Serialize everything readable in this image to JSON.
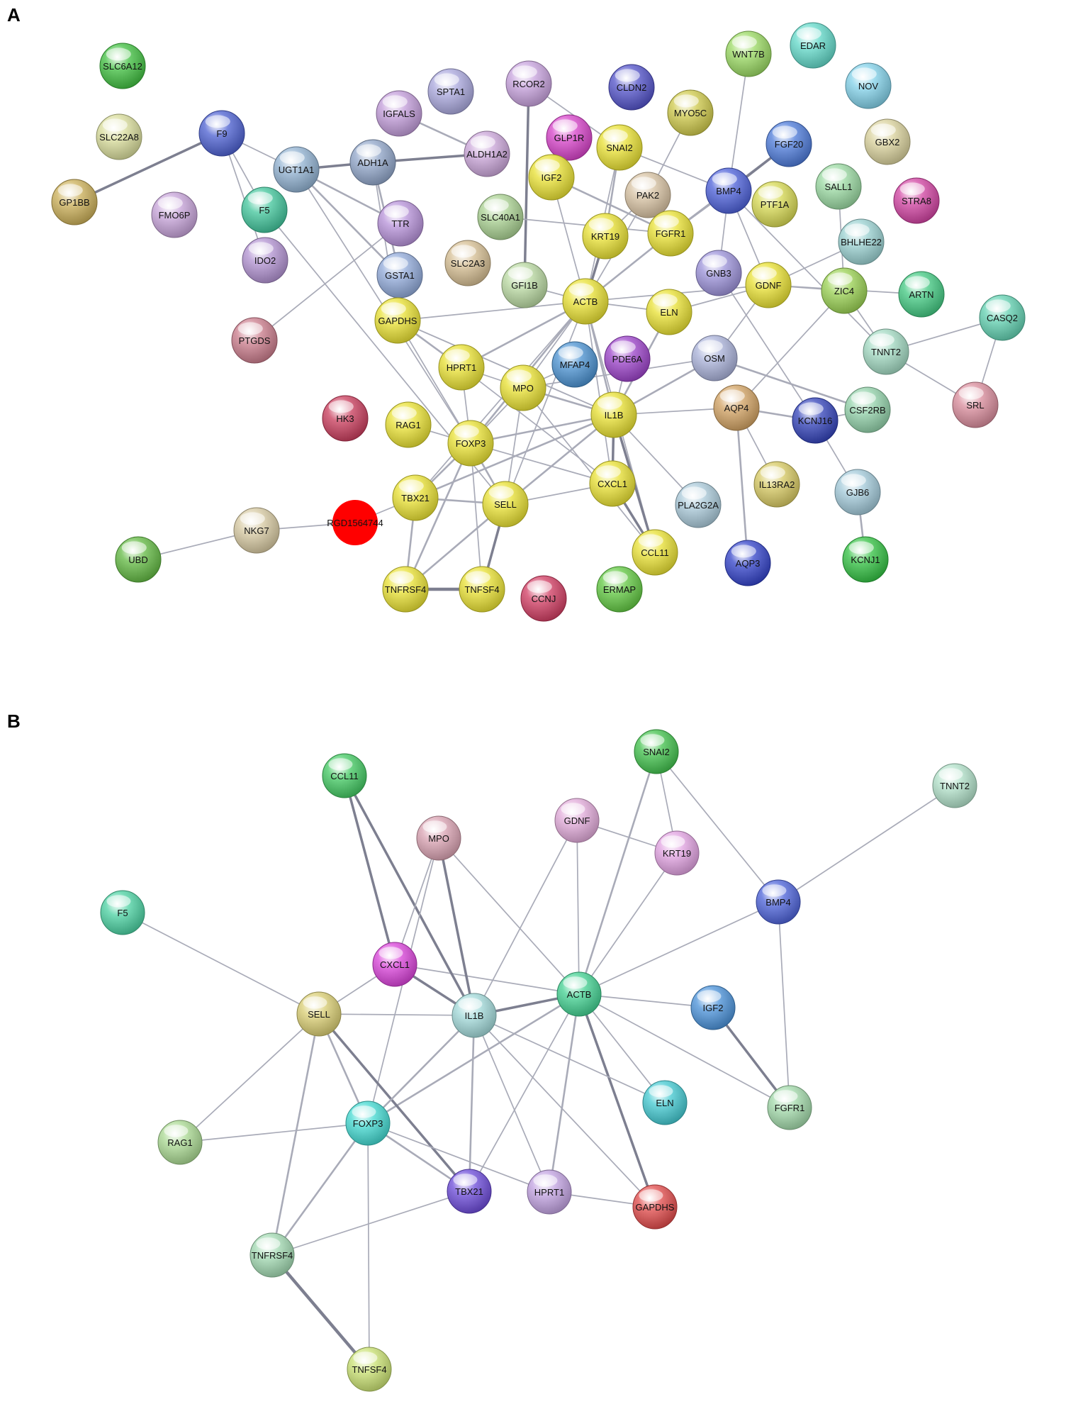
{
  "panels": [
    {
      "label": "A",
      "nodes": [
        {
          "id": "SLC6A12",
          "color": "#3fbf3f"
        },
        {
          "id": "SLC22A8",
          "color": "#d8dc9a"
        },
        {
          "id": "GP1BB",
          "color": "#c9ad55"
        },
        {
          "id": "F9",
          "color": "#4a5ed0"
        },
        {
          "id": "FMO6P",
          "color": "#c5a1d8"
        },
        {
          "id": "UGT1A1",
          "color": "#8fb0d0"
        },
        {
          "id": "F5",
          "color": "#3fc49a"
        },
        {
          "id": "IDO2",
          "color": "#b090d0"
        },
        {
          "id": "ADH1A",
          "color": "#8fa4c8"
        },
        {
          "id": "IGFALS",
          "color": "#c09ad8"
        },
        {
          "id": "SPTA1",
          "color": "#a8a6dc"
        },
        {
          "id": "TTR",
          "color": "#b590d8"
        },
        {
          "id": "GSTA1",
          "color": "#8fa8d8"
        },
        {
          "id": "PTGDS",
          "color": "#c97a8a"
        },
        {
          "id": "RCOR2",
          "color": "#c6a0dc"
        },
        {
          "id": "ALDH1A2",
          "color": "#c9a4d8"
        },
        {
          "id": "CLDN2",
          "color": "#5050c8"
        },
        {
          "id": "GLP1R",
          "color": "#d640c8"
        },
        {
          "id": "MYO5C",
          "color": "#cdc848"
        },
        {
          "id": "SNAI2",
          "color": "#e8e030"
        },
        {
          "id": "IGF2",
          "color": "#e8e030"
        },
        {
          "id": "PAK2",
          "color": "#d6c0a0"
        },
        {
          "id": "SLC40A1",
          "color": "#a8d090"
        },
        {
          "id": "KRT19",
          "color": "#e8e030"
        },
        {
          "id": "FGFR1",
          "color": "#e8e030"
        },
        {
          "id": "SLC2A3",
          "color": "#d4bc90"
        },
        {
          "id": "GFI1B",
          "color": "#b8d8a0"
        },
        {
          "id": "ACTB",
          "color": "#e8e030"
        },
        {
          "id": "GAPDHS",
          "color": "#e8e030"
        },
        {
          "id": "ELN",
          "color": "#e8e030"
        },
        {
          "id": "WNT7B",
          "color": "#98d860"
        },
        {
          "id": "EDAR",
          "color": "#60d8c8"
        },
        {
          "id": "NOV",
          "color": "#80d0e8"
        },
        {
          "id": "FGF20",
          "color": "#4a78d8"
        },
        {
          "id": "GBX2",
          "color": "#d8d09a"
        },
        {
          "id": "BMP4",
          "color": "#4a5ed8"
        },
        {
          "id": "PTF1A",
          "color": "#d6d850"
        },
        {
          "id": "SALL1",
          "color": "#98d8a0"
        },
        {
          "id": "STRA8",
          "color": "#d040a0"
        },
        {
          "id": "BHLHE22",
          "color": "#98d0d0"
        },
        {
          "id": "GNB3",
          "color": "#9a90d8"
        },
        {
          "id": "GDNF",
          "color": "#e8e030"
        },
        {
          "id": "ZIC4",
          "color": "#98d050"
        },
        {
          "id": "ARTN",
          "color": "#40c880"
        },
        {
          "id": "CASQ2",
          "color": "#60d0b0"
        },
        {
          "id": "TNNT2",
          "color": "#a0d8c0"
        },
        {
          "id": "HPRT1",
          "color": "#e8e030"
        },
        {
          "id": "MPO",
          "color": "#e8e030"
        },
        {
          "id": "MFAP4",
          "color": "#4890d0"
        },
        {
          "id": "PDE6A",
          "color": "#9a40c8"
        },
        {
          "id": "OSM",
          "color": "#a8b0d8"
        },
        {
          "id": "IL1B",
          "color": "#e8e030"
        },
        {
          "id": "AQP4",
          "color": "#d0a060"
        },
        {
          "id": "KCNJ16",
          "color": "#3040b8"
        },
        {
          "id": "CSF2RB",
          "color": "#90d0a8"
        },
        {
          "id": "SRL",
          "color": "#d88a9a"
        },
        {
          "id": "HK3",
          "color": "#c83a5a"
        },
        {
          "id": "RAG1",
          "color": "#e8e030"
        },
        {
          "id": "FOXP3",
          "color": "#e8e030"
        },
        {
          "id": "CXCL1",
          "color": "#e8e030"
        },
        {
          "id": "IL13RA2",
          "color": "#d6c860"
        },
        {
          "id": "GJB6",
          "color": "#a0c8d8"
        },
        {
          "id": "TBX21",
          "color": "#e8e030"
        },
        {
          "id": "SELL",
          "color": "#e8e030"
        },
        {
          "id": "PLA2G2A",
          "color": "#a8c8d8"
        },
        {
          "id": "RGD1564744",
          "color": "#ff0000"
        },
        {
          "id": "NKG7",
          "color": "#d6c8a0"
        },
        {
          "id": "UBD",
          "color": "#60b840"
        },
        {
          "id": "CCL11",
          "color": "#e8e030"
        },
        {
          "id": "AQP3",
          "color": "#3040c8"
        },
        {
          "id": "KCNJ1",
          "color": "#30c040"
        },
        {
          "id": "TNFRSF4",
          "color": "#e8e030"
        },
        {
          "id": "TNFSF4",
          "color": "#e8e030"
        },
        {
          "id": "CCNJ",
          "color": "#d03a60"
        },
        {
          "id": "ERMAP",
          "color": "#60c840"
        }
      ],
      "edges": [
        [
          "GP1BB",
          "F9",
          3
        ],
        [
          "F9",
          "UGT1A1",
          1
        ],
        [
          "F9",
          "F5",
          1
        ],
        [
          "F9",
          "IDO2",
          1
        ],
        [
          "UGT1A1",
          "ADH1A",
          3
        ],
        [
          "UGT1A1",
          "TTR",
          2
        ],
        [
          "UGT1A1",
          "GSTA1",
          2
        ],
        [
          "ADH1A",
          "ALDH1A2",
          3
        ],
        [
          "ADH1A",
          "GSTA1",
          2
        ],
        [
          "ADH1A",
          "GAPDHS",
          1
        ],
        [
          "IGFALS",
          "ALDH1A2",
          2
        ],
        [
          "TTR",
          "PTGDS",
          1
        ],
        [
          "F5",
          "SELL",
          1
        ],
        [
          "RCOR2",
          "GFI1B",
          3
        ],
        [
          "RCOR2",
          "SNAI2",
          1
        ],
        [
          "SNAI2",
          "KRT19",
          2
        ],
        [
          "SNAI2",
          "BMP4",
          1
        ],
        [
          "SNAI2",
          "ACTB",
          1
        ],
        [
          "IGF2",
          "FGFR1",
          2
        ],
        [
          "IGF2",
          "ACTB",
          1
        ],
        [
          "MYO5C",
          "PAK2",
          1
        ],
        [
          "PAK2",
          "KRT19",
          1
        ],
        [
          "PAK2",
          "ACTB",
          1
        ],
        [
          "SLC40A1",
          "FGFR1",
          1
        ],
        [
          "KRT19",
          "ACTB",
          3
        ],
        [
          "FGFR1",
          "BMP4",
          2
        ],
        [
          "FGFR1",
          "ACTB",
          2
        ],
        [
          "FGFR1",
          "FGF20",
          2
        ],
        [
          "BMP4",
          "FGF20",
          3
        ],
        [
          "BMP4",
          "WNT7B",
          1
        ],
        [
          "BMP4",
          "GDNF",
          1
        ],
        [
          "BMP4",
          "TNNT2",
          1
        ],
        [
          "BMP4",
          "GNB3",
          1
        ],
        [
          "ACTB",
          "GAPDHS",
          1
        ],
        [
          "ACTB",
          "ELN",
          1
        ],
        [
          "ACTB",
          "GDNF",
          1
        ],
        [
          "ACTB",
          "HPRT1",
          2
        ],
        [
          "ACTB",
          "MPO",
          1
        ],
        [
          "ACTB",
          "IL1B",
          2
        ],
        [
          "ACTB",
          "FOXP3",
          2
        ],
        [
          "ACTB",
          "TBX21",
          1
        ],
        [
          "ACTB",
          "CXCL1",
          1
        ],
        [
          "ACTB",
          "CCL11",
          1
        ],
        [
          "ACTB",
          "SELL",
          1
        ],
        [
          "GAPDHS",
          "HPRT1",
          2
        ],
        [
          "GAPDHS",
          "IL1B",
          1
        ],
        [
          "GDNF",
          "ARTN",
          1
        ],
        [
          "GDNF",
          "ZIC4",
          1
        ],
        [
          "GDNF",
          "BHLHE22",
          1
        ],
        [
          "GDNF",
          "OSM",
          1
        ],
        [
          "GDNF",
          "ELN",
          1
        ],
        [
          "ZIC4",
          "SALL1",
          1
        ],
        [
          "ZIC4",
          "TNNT2",
          1
        ],
        [
          "ZIC4",
          "AQP4",
          1
        ],
        [
          "TNNT2",
          "CASQ2",
          1
        ],
        [
          "TNNT2",
          "SRL",
          1
        ],
        [
          "CASQ2",
          "SRL",
          1
        ],
        [
          "GNB3",
          "KCNJ16",
          1
        ],
        [
          "HPRT1",
          "MPO",
          1
        ],
        [
          "HPRT1",
          "CXCL1",
          1
        ],
        [
          "HPRT1",
          "FOXP3",
          1
        ],
        [
          "MPO",
          "IL1B",
          2
        ],
        [
          "MPO",
          "FOXP3",
          1
        ],
        [
          "MPO",
          "SELL",
          1
        ],
        [
          "MPO",
          "CCL11",
          1
        ],
        [
          "MPO",
          "MFAP4",
          1
        ],
        [
          "IL1B",
          "CXCL1",
          3
        ],
        [
          "IL1B",
          "CCL11",
          3
        ],
        [
          "IL1B",
          "FOXP3",
          2
        ],
        [
          "IL1B",
          "SELL",
          2
        ],
        [
          "IL1B",
          "TBX21",
          2
        ],
        [
          "IL1B",
          "OSM",
          2
        ],
        [
          "IL1B",
          "ELN",
          2
        ],
        [
          "IL1B",
          "AQP4",
          1
        ],
        [
          "IL1B",
          "PDE6A",
          1
        ],
        [
          "IL1B",
          "PLA2G2A",
          1
        ],
        [
          "IL1B",
          "GAPDHS",
          1
        ],
        [
          "OSM",
          "CSF2RB",
          2
        ],
        [
          "OSM",
          "MPO",
          1
        ],
        [
          "AQP4",
          "KCNJ16",
          2
        ],
        [
          "AQP4",
          "AQP3",
          2
        ],
        [
          "AQP4",
          "IL13RA2",
          1
        ],
        [
          "KCNJ16",
          "GJB6",
          1
        ],
        [
          "KCNJ16",
          "CSF2RB",
          1
        ],
        [
          "GJB6",
          "KCNJ1",
          2
        ],
        [
          "FOXP3",
          "TBX21",
          2
        ],
        [
          "FOXP3",
          "SELL",
          2
        ],
        [
          "FOXP3",
          "TNFRSF4",
          2
        ],
        [
          "FOXP3",
          "TNFSF4",
          1
        ],
        [
          "FOXP3",
          "RAG1",
          1
        ],
        [
          "FOXP3",
          "CXCL1",
          1
        ],
        [
          "FOXP3",
          "GAPDHS",
          1
        ],
        [
          "TBX21",
          "SELL",
          2
        ],
        [
          "TBX21",
          "TNFRSF4",
          2
        ],
        [
          "TBX21",
          "RGD1564744",
          1
        ],
        [
          "SELL",
          "TNFRSF4",
          2
        ],
        [
          "SELL",
          "TNFSF4",
          3
        ],
        [
          "SELL",
          "CXCL1",
          1
        ],
        [
          "CXCL1",
          "CCL11",
          3
        ],
        [
          "TNFRSF4",
          "TNFSF4",
          4
        ],
        [
          "NKG7",
          "UBD",
          1
        ],
        [
          "NKG7",
          "RGD1564744",
          1
        ],
        [
          "GFI1B",
          "ACTB",
          1
        ],
        [
          "UGT1A1",
          "FOXP3",
          1
        ],
        [
          "GAPDHS",
          "GSTA1",
          1
        ]
      ]
    },
    {
      "label": "B",
      "nodes": [
        {
          "id": "SNAI2",
          "color": "#3fc04a"
        },
        {
          "id": "TNNT2",
          "color": "#b0e0c8"
        },
        {
          "id": "CCL11",
          "color": "#40c860"
        },
        {
          "id": "GDNF",
          "color": "#e0a8d8"
        },
        {
          "id": "MPO",
          "color": "#d8a0b0"
        },
        {
          "id": "KRT19",
          "color": "#e0a0e0"
        },
        {
          "id": "BMP4",
          "color": "#4a60d8"
        },
        {
          "id": "F5",
          "color": "#48d0a0"
        },
        {
          "id": "CXCL1",
          "color": "#d840d8"
        },
        {
          "id": "ACTB",
          "color": "#40d090"
        },
        {
          "id": "IGF2",
          "color": "#4890d8"
        },
        {
          "id": "SELL",
          "color": "#d8cc70"
        },
        {
          "id": "IL1B",
          "color": "#a0d8d8"
        },
        {
          "id": "ELN",
          "color": "#40c8d0"
        },
        {
          "id": "FGFR1",
          "color": "#a0d8a8"
        },
        {
          "id": "FOXP3",
          "color": "#40d8d0"
        },
        {
          "id": "RAG1",
          "color": "#a8d890"
        },
        {
          "id": "TBX21",
          "color": "#6a48d8"
        },
        {
          "id": "HPRT1",
          "color": "#c0a0e0"
        },
        {
          "id": "GAPDHS",
          "color": "#e04848"
        },
        {
          "id": "TNFRSF4",
          "color": "#a0d8b0"
        },
        {
          "id": "TNFSF4",
          "color": "#c8e070"
        }
      ],
      "edges": [
        [
          "SNAI2",
          "KRT19",
          1
        ],
        [
          "SNAI2",
          "BMP4",
          1
        ],
        [
          "SNAI2",
          "ACTB",
          2
        ],
        [
          "KRT19",
          "ACTB",
          1
        ],
        [
          "KRT19",
          "GDNF",
          1
        ],
        [
          "BMP4",
          "TNNT2",
          1
        ],
        [
          "BMP4",
          "ACTB",
          1
        ],
        [
          "BMP4",
          "FGFR1",
          1
        ],
        [
          "IGF2",
          "FGFR1",
          3
        ],
        [
          "ACTB",
          "IGF2",
          1
        ],
        [
          "ACTB",
          "FGFR1",
          1
        ],
        [
          "ACTB",
          "ELN",
          1
        ],
        [
          "ACTB",
          "IL1B",
          3
        ],
        [
          "ACTB",
          "CXCL1",
          1
        ],
        [
          "ACTB",
          "FOXP3",
          2
        ],
        [
          "ACTB",
          "TBX21",
          1
        ],
        [
          "ACTB",
          "HPRT1",
          2
        ],
        [
          "ACTB",
          "GAPDHS",
          3
        ],
        [
          "ACTB",
          "GDNF",
          1
        ],
        [
          "CCL11",
          "CXCL1",
          3
        ],
        [
          "CCL11",
          "IL1B",
          3
        ],
        [
          "MPO",
          "CXCL1",
          1
        ],
        [
          "MPO",
          "IL1B",
          3
        ],
        [
          "MPO",
          "FOXP3",
          1
        ],
        [
          "MPO",
          "ACTB",
          1
        ],
        [
          "GDNF",
          "IL1B",
          1
        ],
        [
          "CXCL1",
          "IL1B",
          3
        ],
        [
          "F5",
          "SELL",
          1
        ],
        [
          "SELL",
          "IL1B",
          1
        ],
        [
          "SELL",
          "CXCL1",
          1
        ],
        [
          "SELL",
          "FOXP3",
          2
        ],
        [
          "SELL",
          "TBX21",
          3
        ],
        [
          "SELL",
          "TNFRSF4",
          2
        ],
        [
          "SELL",
          "RAG1",
          1
        ],
        [
          "IL1B",
          "FOXP3",
          2
        ],
        [
          "IL1B",
          "TBX21",
          2
        ],
        [
          "IL1B",
          "HPRT1",
          1
        ],
        [
          "IL1B",
          "ELN",
          1
        ],
        [
          "IL1B",
          "GAPDHS",
          1
        ],
        [
          "FOXP3",
          "RAG1",
          1
        ],
        [
          "FOXP3",
          "TBX21",
          2
        ],
        [
          "FOXP3",
          "TNFRSF4",
          2
        ],
        [
          "FOXP3",
          "TNFSF4",
          1
        ],
        [
          "FOXP3",
          "HPRT1",
          1
        ],
        [
          "HPRT1",
          "GAPDHS",
          1
        ],
        [
          "TNFRSF4",
          "TNFSF4",
          4
        ],
        [
          "TNFRSF4",
          "TBX21",
          1
        ]
      ]
    }
  ]
}
